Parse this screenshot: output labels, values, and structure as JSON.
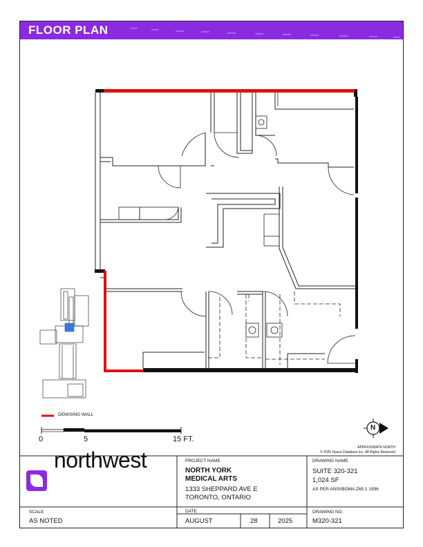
{
  "banner": {
    "title": "FLOOR PLAN",
    "color": "#8a2be2"
  },
  "legend": {
    "demising_wall_label": "DEMISING WALL",
    "demising_color": "#e01010"
  },
  "scale_bar": {
    "labels": [
      "0",
      "5",
      "15 FT."
    ]
  },
  "north": {
    "glyph": "N",
    "approx_label": "APPROXIMATE NORTH",
    "copyright": "© 2025 Space Database Inc. All Rights Reserved"
  },
  "logo": {
    "text": "northwest",
    "color": "#8a2be2"
  },
  "title_block": {
    "project_name_label": "PROJECT NAME",
    "project_name_line1": "NORTH YORK",
    "project_name_line2": "MEDICAL ARTS",
    "address_line1": "1333 SHEPPARD AVE E",
    "address_line2": "TORONTO, ONTARIO",
    "drawing_name_label": "DRAWING NAME",
    "suite": "SUITE 320-321",
    "area": "1,024 SF",
    "standard": "AS PER ANSI/BOMA Z65.1 1996",
    "scale_label": "SCALE",
    "scale_value": "AS NOTED",
    "date_label": "DATE",
    "date_month": "AUGUST",
    "date_day": "28",
    "date_year": "2025",
    "drawing_no_label": "DRAWING NO.",
    "drawing_no": "M320-321"
  }
}
